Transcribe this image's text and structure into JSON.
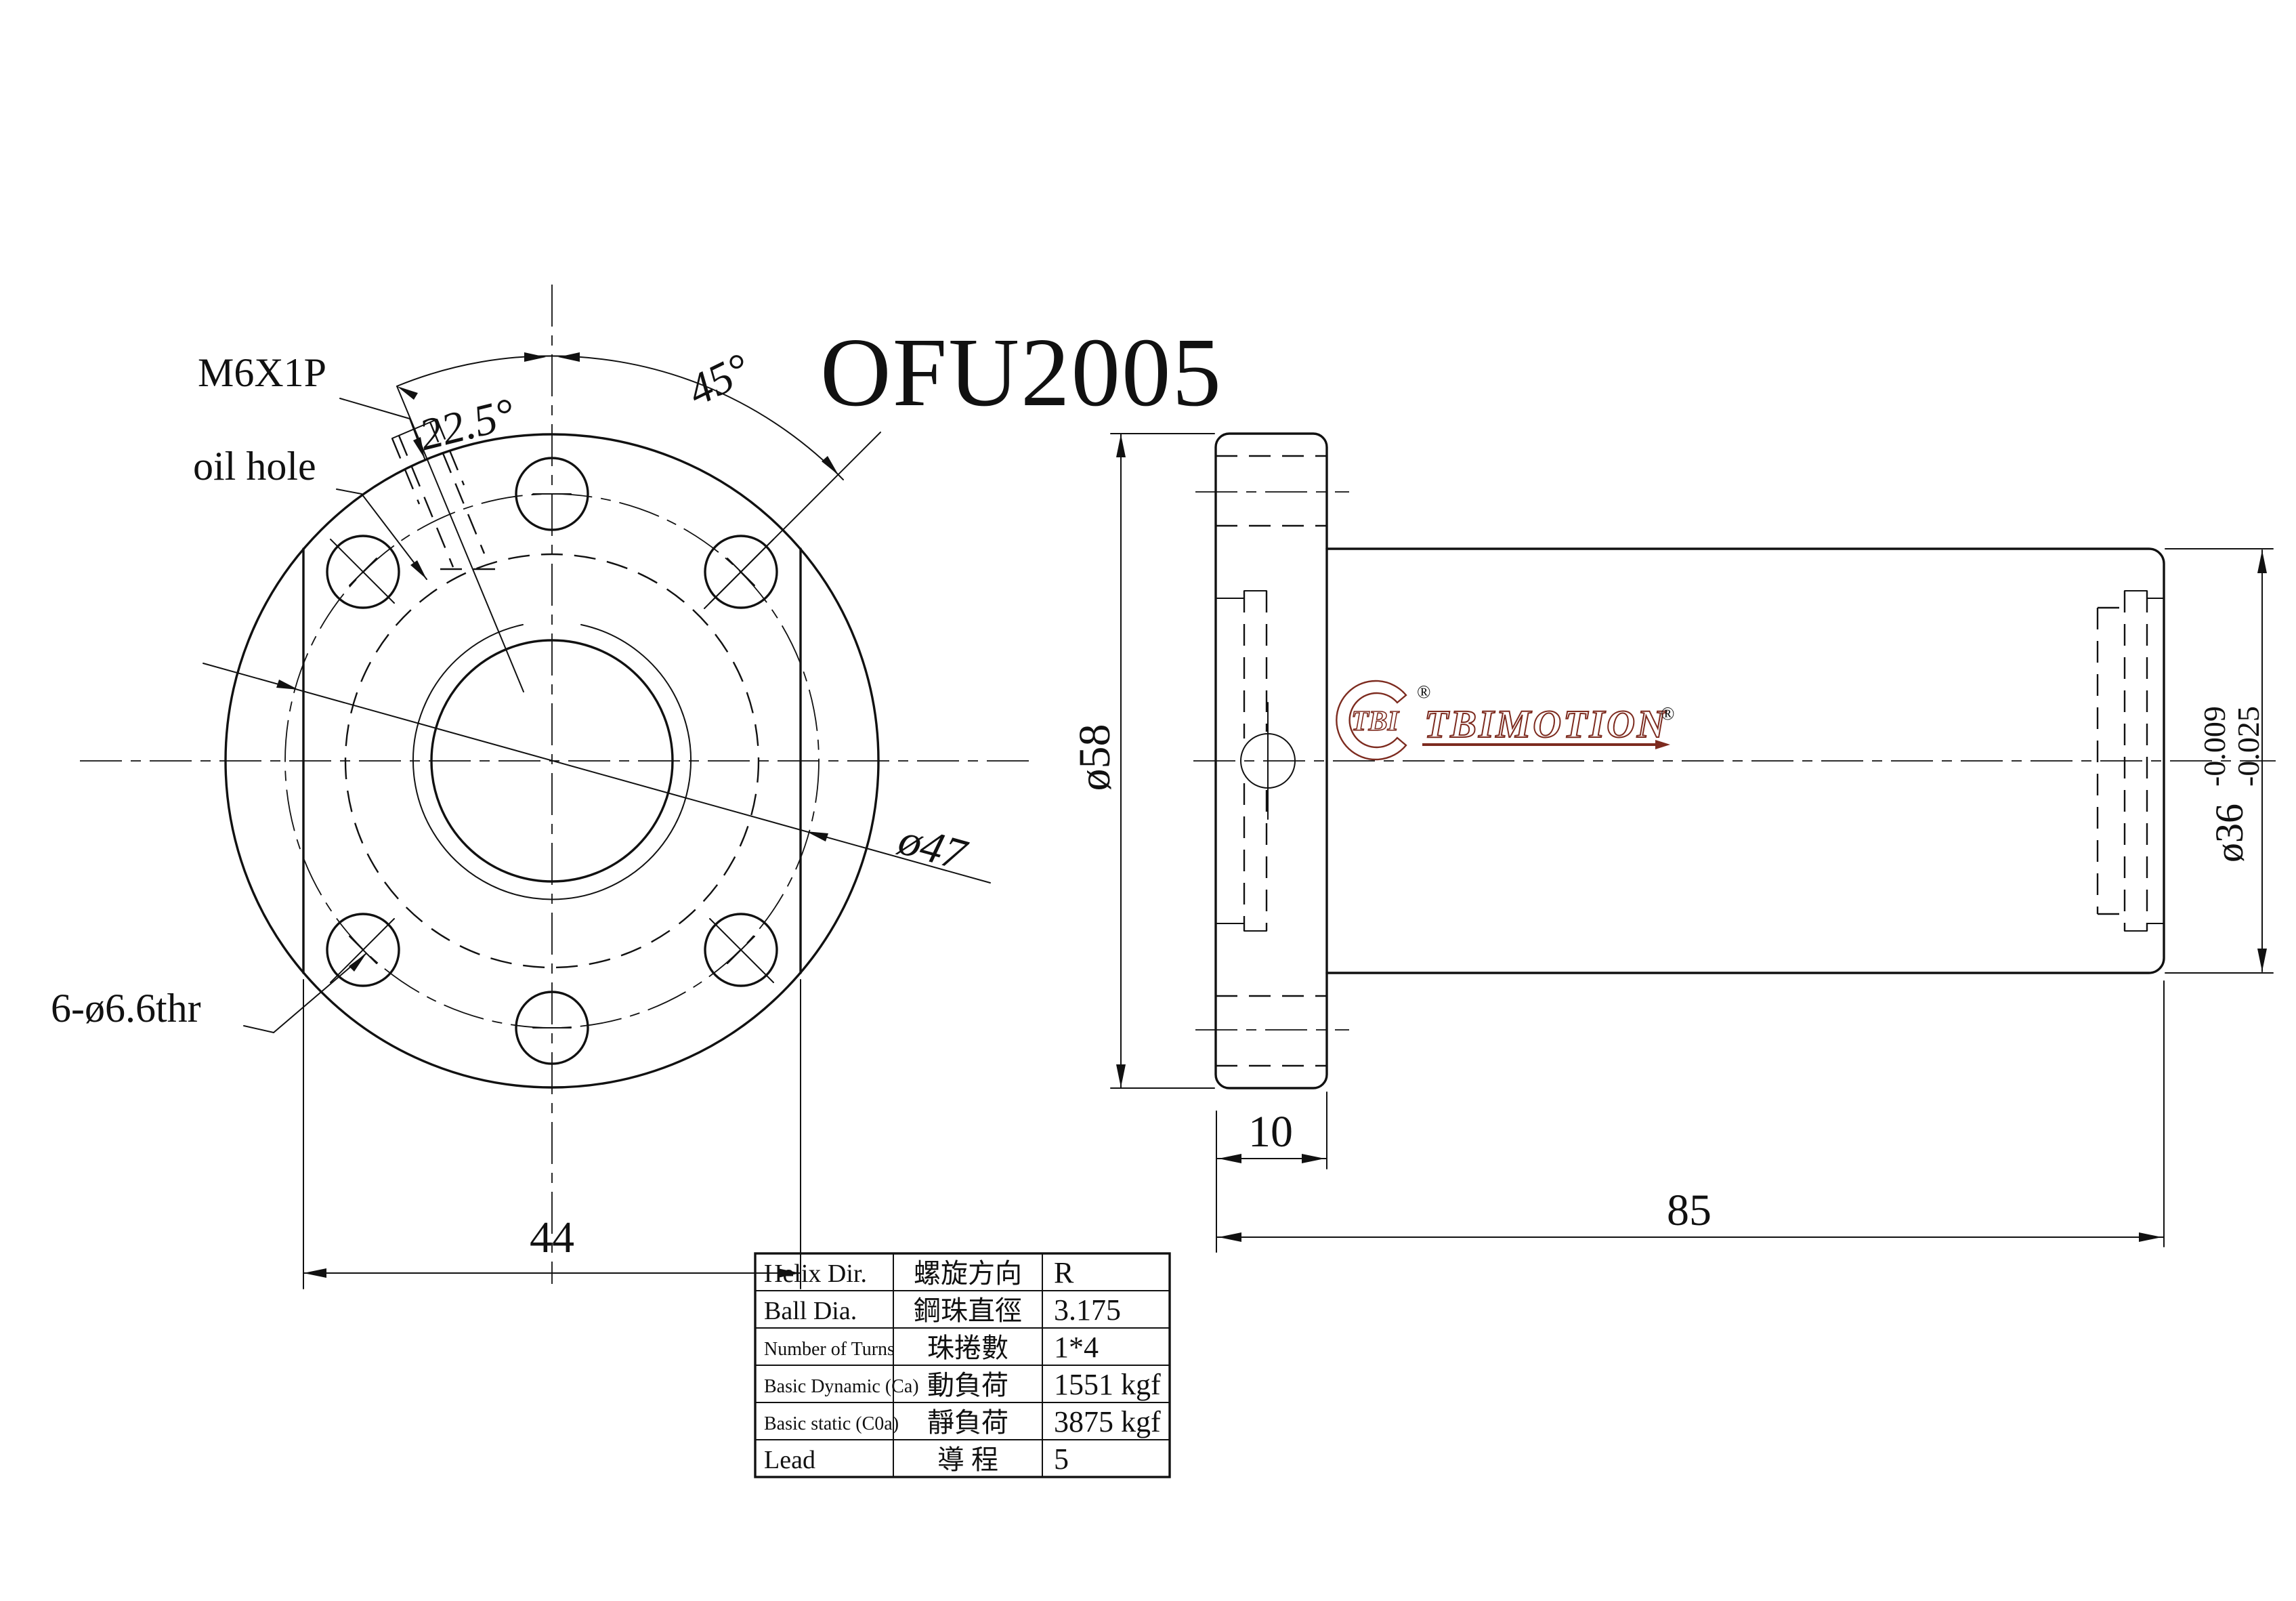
{
  "title": "OFU2005",
  "colors": {
    "ink": "#111111",
    "logo": "#7d2b1f"
  },
  "logo": {
    "mark": "TBI",
    "name": "TBIMOTION",
    "reg_mark": "®",
    "reg_name": "®"
  },
  "front_view": {
    "labels": {
      "oil_hole_line1": "M6X1P",
      "oil_hole_line2": "oil hole",
      "bolt_holes": "6-ø6.6thr"
    },
    "dims": {
      "angle_small": "22.5°",
      "angle_large": "45°",
      "bolt_circle": "ø47",
      "flat_width": "44"
    }
  },
  "side_view": {
    "dims": {
      "flange_od": "ø58",
      "flange_thickness": "10",
      "total_length": "85",
      "body_od": "ø36",
      "body_od_tol_upper": "-0.009",
      "body_od_tol_lower": "-0.025"
    }
  },
  "table": {
    "rows": [
      {
        "en": "Helix  Dir.",
        "zh": "螺旋方向",
        "value": "R"
      },
      {
        "en": "Ball Dia.",
        "zh": "鋼珠直徑",
        "value": "3.175"
      },
      {
        "en": "Number of Turns",
        "zh": "珠捲數",
        "value": "1*4"
      },
      {
        "en": "Basic Dynamic (Ca)",
        "zh": "動負荷",
        "value": "1551 kgf"
      },
      {
        "en": "Basic static (C0a)",
        "zh": "靜負荷",
        "value": "3875 kgf"
      },
      {
        "en": "Lead",
        "zh": "導  程",
        "value": "5"
      }
    ]
  }
}
